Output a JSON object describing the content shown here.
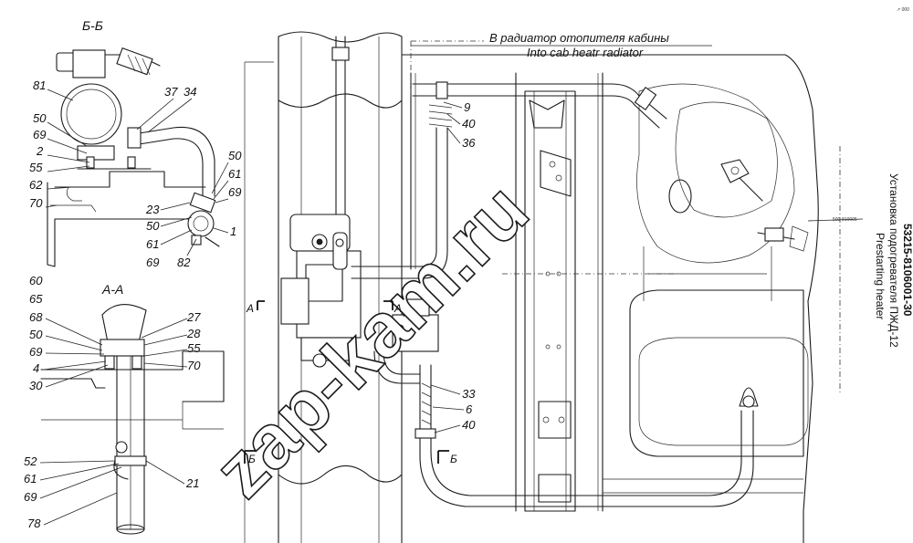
{
  "notes": {
    "to_radiator_ru": "В радиатор отопителя кабины",
    "to_radiator_en": "Into cab heatr radiator"
  },
  "title_block": {
    "code": "53215-8106001-30",
    "name_ru": "Установка подогревателя ПЖД-12",
    "name_en": "Prestarting heater"
  },
  "sections": {
    "bb": "Б-Б",
    "aa": "А-А"
  },
  "cut_markers": {
    "a_left": "А",
    "a_right": "А",
    "b_left": "Б",
    "b_right": "Б"
  },
  "corner_mark": "↗ 000",
  "side_tag": "500-810005",
  "watermark": "zap-kam.ru",
  "callouts": {
    "bb": [
      "81",
      "50",
      "69",
      "2",
      "55",
      "62",
      "70",
      "37",
      "34",
      "23",
      "50",
      "61",
      "69",
      "50",
      "61",
      "69",
      "82",
      "1"
    ],
    "aa": [
      "60",
      "65",
      "68",
      "50",
      "69",
      "4",
      "30",
      "27",
      "28",
      "55",
      "70",
      "52",
      "61",
      "69",
      "21",
      "78"
    ],
    "main": [
      "9",
      "40",
      "36",
      "33",
      "6",
      "40"
    ]
  }
}
